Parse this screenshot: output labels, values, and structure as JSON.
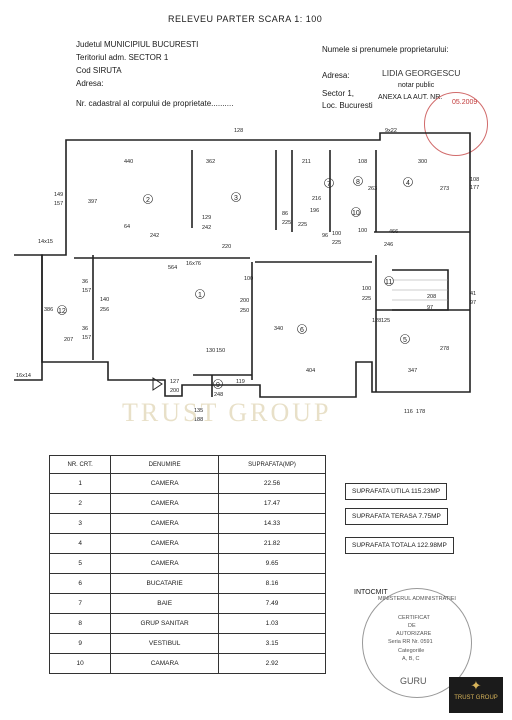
{
  "header": {
    "title": "RELEVEU  PARTER  SCARA  1: 100",
    "county": "Judetul MUNICIPIUL BUCURESTI",
    "territory": "Teritoriul adm. SECTOR 1",
    "siruta": "Cod SIRUTA",
    "address": "Adresa:",
    "cadastral": "Nr. cadastral al corpului de proprietate..........",
    "owners_label": "Numele si prenumele proprietarului:",
    "owners_address": "Adresa:",
    "sector": "Sector 1,",
    "locality": "Loc. Bucuresti"
  },
  "stamp": {
    "name": "LIDIA GEORGESCU",
    "role": "notar public",
    "annex": "ANEXA LA AUT. NR.",
    "date": "05.2009"
  },
  "plan": {
    "rooms": [
      "1",
      "2",
      "3",
      "4",
      "5",
      "6",
      "7",
      "8",
      "9",
      "10",
      "11",
      "12"
    ],
    "dimensions": [
      "440",
      "362",
      "211",
      "108",
      "300",
      "128",
      "9x22",
      "108",
      "177",
      "149",
      "157",
      "397",
      "14x15",
      "129",
      "242",
      "242",
      "220",
      "86",
      "225",
      "100",
      "225",
      "216",
      "100",
      "263",
      "466",
      "246",
      "273",
      "564",
      "16x76",
      "36",
      "157",
      "140",
      "256",
      "36",
      "157",
      "386",
      "207",
      "200",
      "250",
      "340",
      "100",
      "225",
      "128",
      "125",
      "208",
      "97",
      "41",
      "97",
      "278",
      "16x14",
      "127",
      "200",
      "248",
      "135",
      "188",
      "404",
      "347",
      "116",
      "178",
      "119",
      "225",
      "196",
      "96",
      "130",
      "150",
      "64",
      "100"
    ]
  },
  "table": {
    "headers": [
      "NR. CRT.",
      "DENUMIRE",
      "SUPRAFATA(MP)"
    ],
    "rows": [
      [
        "1",
        "CAMERA",
        "22.56"
      ],
      [
        "2",
        "CAMERA",
        "17.47"
      ],
      [
        "3",
        "CAMERA",
        "14.33"
      ],
      [
        "4",
        "CAMERA",
        "21.82"
      ],
      [
        "5",
        "CAMERA",
        "9.65"
      ],
      [
        "6",
        "BUCATARIE",
        "8.16"
      ],
      [
        "7",
        "BAIE",
        "7.49"
      ],
      [
        "8",
        "GRUP SANITAR",
        "1.03"
      ],
      [
        "9",
        "VESTIBUL",
        "3.15"
      ],
      [
        "10",
        "CAMARA",
        "2.92"
      ]
    ]
  },
  "summary": {
    "utila": "SUPRAFATA UTILA 115.23MP",
    "terasa": "SUPRAFATA TERASA 7.75MP",
    "totala": "SUPRAFATA TOTALA  122.98MP"
  },
  "intocmit": "INTOCMIT",
  "stamp2": {
    "ring": "MINISTERUL ADMINISTRATIEI",
    "l1": "CERTIFICAT",
    "l2": "DE",
    "l3": "AUTORIZARE",
    "l4": "Seria RR Nr. 0591",
    "l5": "Categoriile",
    "l6": "A, B, C",
    "name": "GURU"
  },
  "logo": "TRUST GROUP",
  "watermark": "TRUST GROUP",
  "colors": {
    "ink": "#1a1a1a",
    "stamp_red": "#c23a3a",
    "logo_gold": "#d8b45a"
  }
}
